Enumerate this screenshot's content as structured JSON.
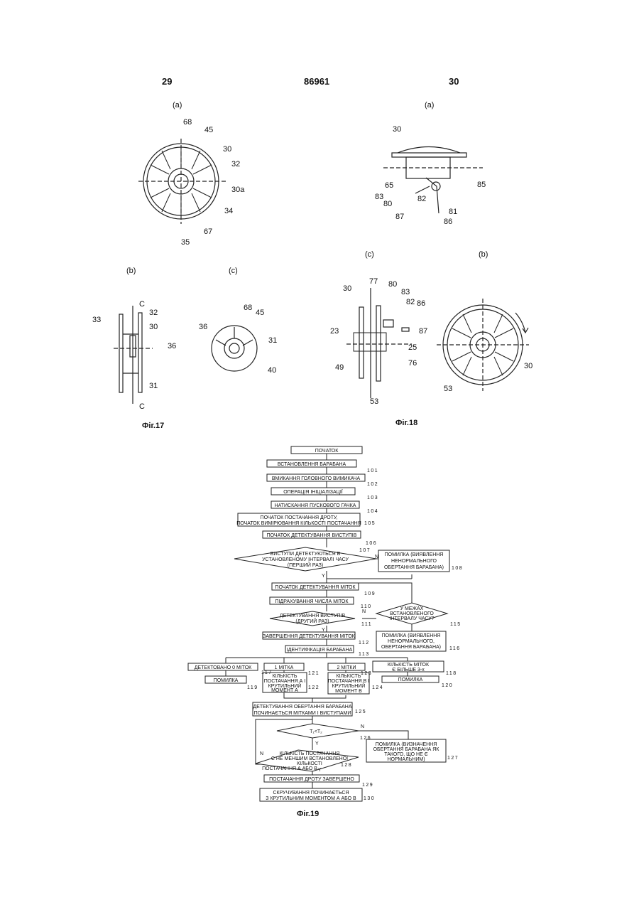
{
  "header": {
    "page_left": "29",
    "patent_number": "86961",
    "page_right": "30"
  },
  "fig17": {
    "caption": "Фіг.17",
    "panel_a": "(a)",
    "panel_b": "(b)",
    "panel_c": "(c)",
    "labels_a": [
      "68",
      "45",
      "30",
      "32",
      "30a",
      "34",
      "67",
      "35"
    ],
    "labels_b": [
      "C",
      "32",
      "30",
      "33",
      "36",
      "31",
      "C"
    ],
    "labels_c": [
      "68",
      "45",
      "36",
      "31",
      "40"
    ]
  },
  "fig18": {
    "caption": "Фіг.18",
    "panel_a": "(a)",
    "panel_b": "(b)",
    "panel_c": "(c)",
    "labels_a": [
      "30",
      "65",
      "83",
      "80",
      "82",
      "85",
      "81",
      "87",
      "86"
    ],
    "labels_c": [
      "30",
      "77",
      "80",
      "83",
      "82",
      "86",
      "87",
      "23",
      "25",
      "49",
      "76",
      "53"
    ],
    "labels_b": [
      "53",
      "30"
    ]
  },
  "fig19": {
    "caption": "Фіг.19",
    "steps": {
      "s100": "ПОЧАТОК",
      "s101": "ВСТАНОВЛЕННЯ БАРАБАНА",
      "s102": "ВМИКАННЯ ГОЛОВНОГО ВИМИКАЧА",
      "s103": "ОПЕРАЦІЯ ІНІЦІАЛІЗАЦІЇ",
      "s104": "НАТИСКАННЯ ПУСКОВОГО ГАЧКА",
      "s105a": "ПОЧАТОК ПОСТАЧАННЯ ДРОТУ,",
      "s105b": "ПОЧАТОК ВИМІРЮВАННЯ КІЛЬКОСТІ ПОСТАЧАННЯ",
      "s106": "ПОЧАТОК ДЕТЕКТУВАННЯ ВИСТУПІВ",
      "s107a": "ВИСТУПИ ДЕТЕКТУЮТЬСЯ В",
      "s107b": "УСТАНОВЛЕНОМУ ІНТЕРВАЛІ ЧАСУ",
      "s107c": "(ПЕРШИЙ РАЗ)",
      "s108a": "ПОМИЛКА (ВИЯВЛЕННЯ",
      "s108b": "НЕНОРМАЛЬНОГО",
      "s108c": "ОБЕРТАННЯ БАРАБАНА)",
      "s109": "ПОЧАТОК ДЕТЕКТУВАННЯ МІТОК",
      "s110": "ПІДРАХУВАННЯ ЧИСЛА МІТОК",
      "s111a": "ДЕТЕКТУВАННЯ ВИСТУПІВ",
      "s111b": "(ДРУГИЙ РАЗ)",
      "s115a": "У МЕЖАХ",
      "s115b": "ВСТАНОВЛЕНОГО",
      "s115c": "ІНТЕРВАЛУ ЧАСУ?",
      "s116a": "ПОМИЛКА (ВИЯВЛЕННЯ",
      "s116b": "НЕНОРМАЛЬНОГО,",
      "s116c": "ОБЕРТАННЯ БАРАБАНА)",
      "s112": "ЗАВЕРШЕННЯ ДЕТЕКТУВАННЯ МІТОК",
      "s113": "ІДЕНТИФІКАЦІЯ БАРАБАНА",
      "s117": "ДЕТЕКТОВАНО 0 МІТОК",
      "s119": "ПОМИЛКА",
      "s121": "1 МІТКА",
      "s122a": "КІЛЬКІСТЬ",
      "s122b": "ПОСТАЧАННЯ А І",
      "s122c": "КРУТИЛЬНИЙ",
      "s122d": "МОМЕНТ А",
      "s123": "2 МІТКИ",
      "s124a": "КІЛЬКІСТЬ",
      "s124b": "ПОСТАЧАННЯ В І",
      "s124c": "КРУТИЛЬНИЙ",
      "s124d": "МОМЕНТ В",
      "s118a": "КІЛЬКІСТЬ МІТОК",
      "s118b": "Є БІЛЬШЕ 3-х",
      "s120": "ПОМИЛКА",
      "s125a": "ДЕТЕКТУВАННЯ ОБЕРТАННЯ БАРАБАНА",
      "s125b": "ПОЧИНАЄТЬСЯ МІТКАМИ І ВИСТУПАМИ",
      "s126": "T₁<T₂",
      "s127a": "ПОМИЛКА (ВИЗНАЧЕННЯ",
      "s127b": "ОБЕРТАННЯ БАРАБАНА ЯК",
      "s127c": "ТАКОГО, ЩО НЕ Є",
      "s127d": "НОРМАЛЬНИМ)",
      "s128a": "КІЛЬКІСТЬ ПОСТАЧАННЯ",
      "s128b": "Є НЕ МЕНШИМ ВСТАНОВЛЕНОЇ",
      "s128c": "КІЛЬКОСТІ",
      "s128d": "ПОСТАЧАННЯ А АБО В",
      "s129": "ПОСТАЧАННЯ ДРОТУ ЗАВЕРШЕНО",
      "s130a": "СКРУЧУВАННЯ ПОЧИНАЄТЬСЯ",
      "s130b": "З КРУТИЛЬНИМ МОМЕНТОМ А АБО В"
    },
    "refs": {
      "r101": "101",
      "r102": "102",
      "r103": "103",
      "r104": "104",
      "r105": "105",
      "r106": "106",
      "r107": "107",
      "r108": "108",
      "r109": "109",
      "r110": "110",
      "r111": "111",
      "r115": "115",
      "r116": "116",
      "r112": "112",
      "r113": "113",
      "r117": "117",
      "r119": "119",
      "r121": "121",
      "r122": "122",
      "r123": "123",
      "r124": "124",
      "r118": "118",
      "r120": "120",
      "r125": "125",
      "r126": "126",
      "r127": "127",
      "r128": "128",
      "r129": "129",
      "r130": "130"
    },
    "branch": {
      "yes": "Y",
      "no": "N"
    }
  }
}
